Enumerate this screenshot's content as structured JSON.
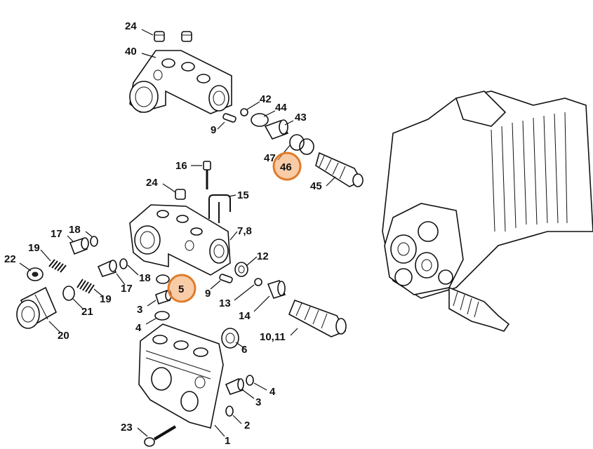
{
  "labels": {
    "l24a": "24",
    "l40": "40",
    "l42": "42",
    "l44": "44",
    "l43": "43",
    "l9a": "9",
    "l47": "47",
    "l46": "46",
    "l45": "45",
    "l16": "16",
    "l24b": "24",
    "l15": "15",
    "l78": "7,8",
    "l17a": "17",
    "l18a": "18",
    "l22": "22",
    "l19a": "19",
    "l12": "12",
    "l18b": "18",
    "l5": "5",
    "l9b": "9",
    "l19b": "19",
    "l17b": "17",
    "l13": "13",
    "l21": "21",
    "l3a": "3",
    "l14": "14",
    "l4a": "4",
    "l20": "20",
    "l1011": "10,11",
    "l6": "6",
    "l4b": "4",
    "l3b": "3",
    "l2": "2",
    "l23": "23",
    "l1": "1"
  },
  "highlight_color": "#f4a261",
  "highlight_border": "#e07b2a"
}
